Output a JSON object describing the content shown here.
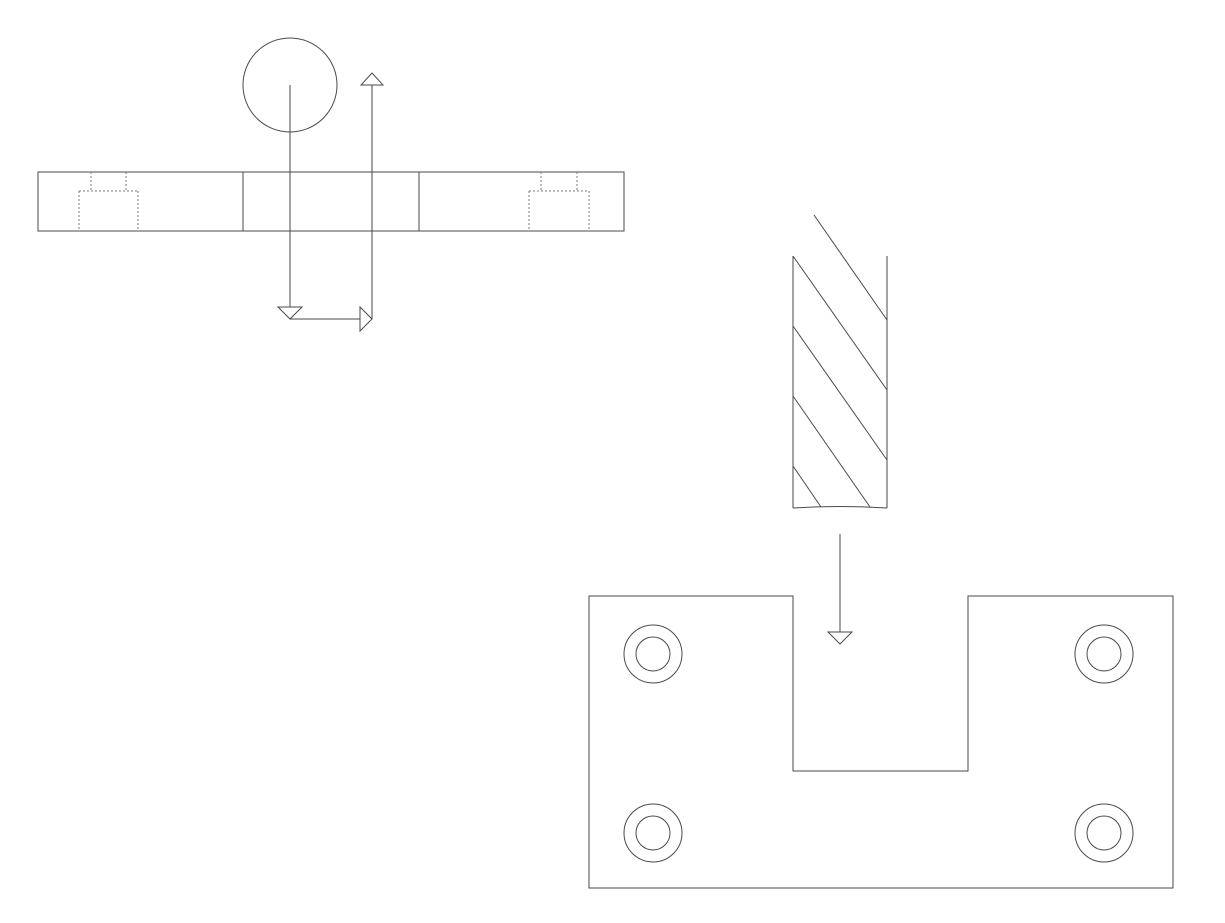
{
  "colors": {
    "background": "#ffffff",
    "line": "#4a4a4a",
    "hidden_line": "#7a7a7a"
  },
  "views": {
    "top_view": {
      "kind": "section-plan",
      "hidden_features": 2
    },
    "section_view": {
      "kind": "hatched-section",
      "hatch_lines": 5
    },
    "front_view": {
      "kind": "u-notch-plate",
      "mounting_holes": 4
    }
  }
}
